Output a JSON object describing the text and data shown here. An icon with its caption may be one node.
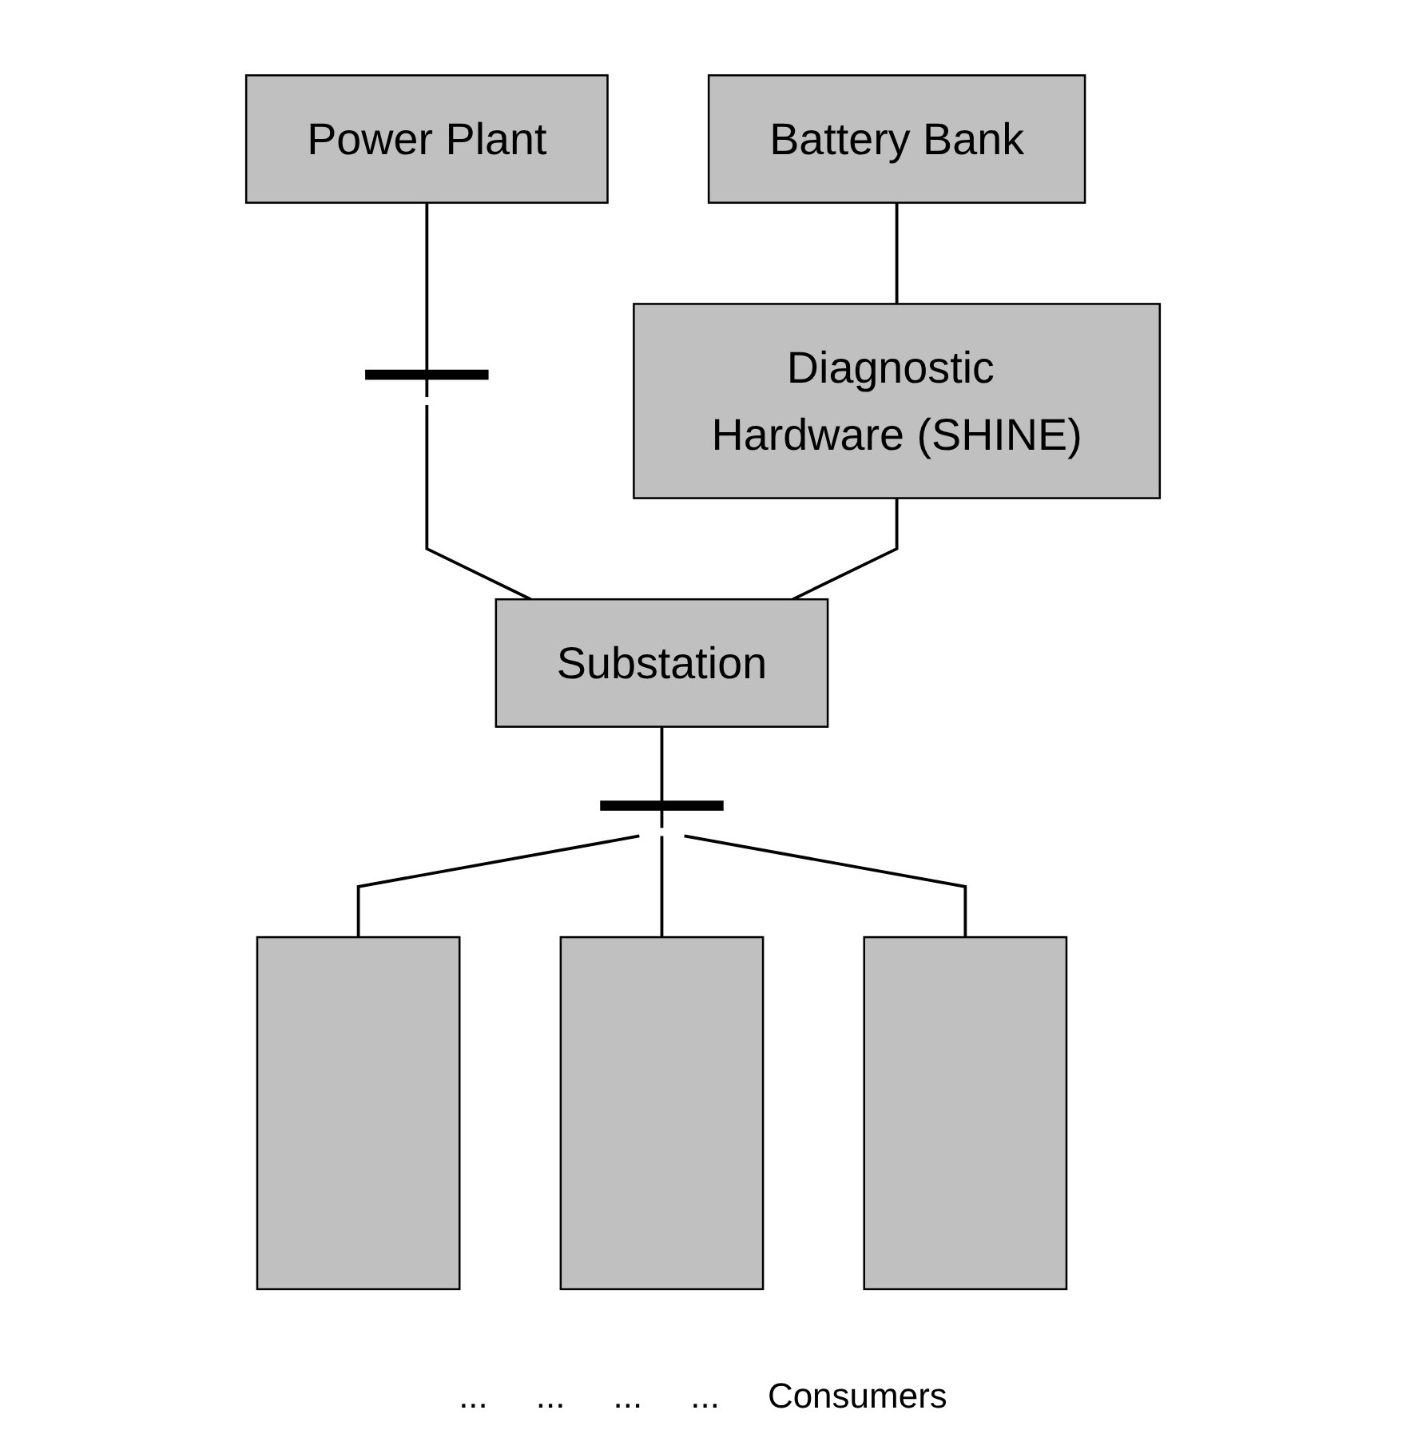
{
  "diagram": {
    "nodes": [
      {
        "text": [
          "Power Plant"
        ]
      },
      {
        "text": [],
        "shape": "bar"
      },
      {
        "text": [
          "Battery Bank"
        ]
      },
      {
        "text": [
          "Diagnostic Hardware (SHINE)"
        ]
      },
      {
        "text": [
          "Substation"
        ]
      },
      {
        "text": [],
        "shape": "bar"
      },
      {
        "text": [],
        "shape": "box"
      },
      {
        "text": [],
        "shape": "box"
      },
      {
        "text": [],
        "shape": "box"
      }
    ],
    "edges": [
      {
        "from": 0,
        "to": 1,
        "arrow": "none"
      },
      {
        "from": 1,
        "to": 4,
        "arrow": "none"
      },
      {
        "from": 2,
        "to": 3,
        "arrow": "none"
      },
      {
        "from": 3,
        "to": 4,
        "arrow": "none"
      },
      {
        "from": 4,
        "to": 5,
        "arrow": "none"
      },
      {
        "from": 5,
        "to": 6,
        "arrow": "none"
      },
      {
        "from": 5,
        "to": 7,
        "arrow": "none"
      },
      {
        "from": 5,
        "to": 8,
        "arrow": "none"
      }
    ],
    "labels": [
      "...",
      "...",
      "...",
      "...",
      "Consumers"
    ]
  }
}
